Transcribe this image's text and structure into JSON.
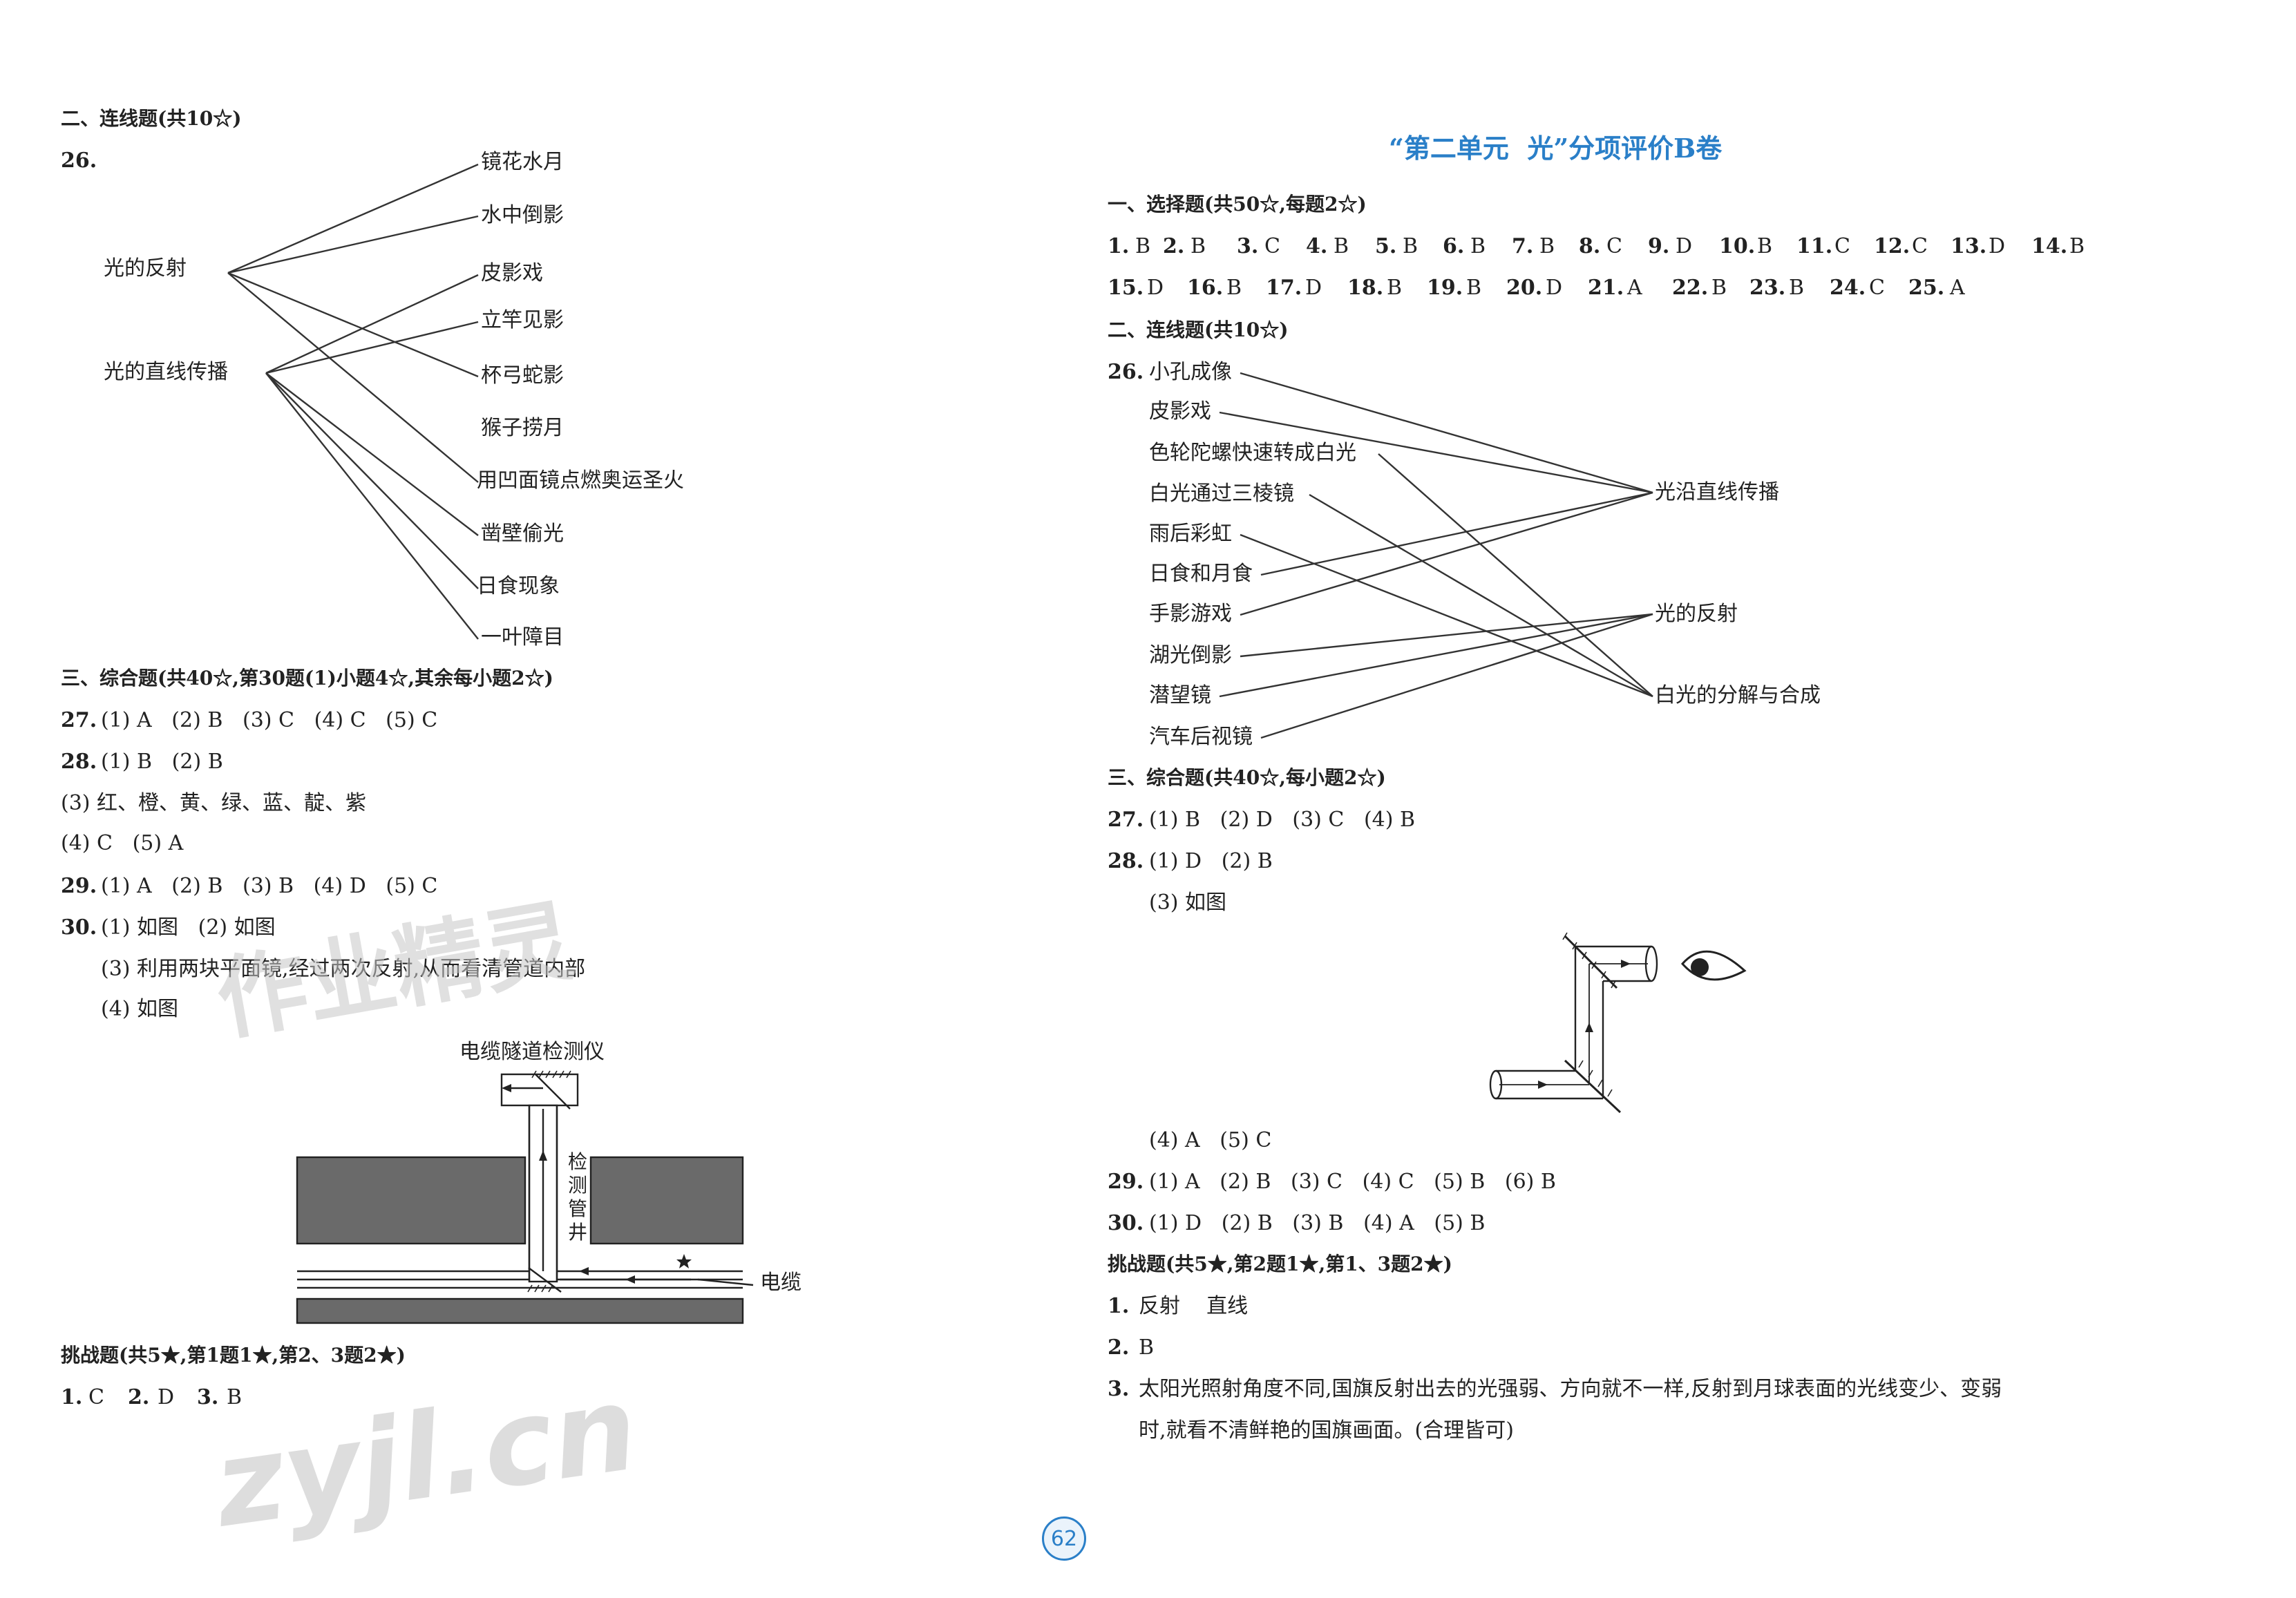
{
  "left": {
    "sec2": "二、连线题(共10☆)",
    "q26": "26.",
    "items_right": [
      "镜花水月",
      "水中倒影",
      "皮影戏",
      "立竿见影",
      "杯弓蛇影",
      "猴子捞月",
      "用凹面镜点燃奥运圣火",
      "凿壁偷光",
      "日食现象",
      "一叶障目"
    ],
    "items_left": [
      "光的反射",
      "光的直线传播"
    ],
    "sec3": "三、综合题(共40☆,第30题(1)小题4☆,其余每小题2☆)",
    "q27n": "27.",
    "q27": "(1) A   (2) B   (3) C   (4) C   (5) C",
    "q28n": "28.",
    "q28": "(1) B   (2) B",
    "q28b": "(3) 红、橙、黄、绿、蓝、靛、紫",
    "q28c": "(4) C   (5) A",
    "q29n": "29.",
    "q29": "(1) A   (2) B   (3) B   (4) D   (5) C",
    "q30n": "30.",
    "q30": "(1) 如图   (2) 如图",
    "q30b": "(3) 利用两块平面镜,经过两次反射,从而看清管道内部",
    "q30c": "(4) 如图",
    "fig_title": "电缆隧道检测仪",
    "fig_well": [
      "检",
      "测",
      "管",
      "井"
    ],
    "fig_cable": "电缆",
    "challenge": "挑战题(共5★,第1题1★,第2、3题2★)",
    "ch_ans": [
      {
        "n": "1.",
        "a": "C"
      },
      {
        "n": "2.",
        "a": "D"
      },
      {
        "n": "3.",
        "a": "B"
      }
    ]
  },
  "right": {
    "title": "“第二单元  光”分项评价B卷",
    "sec1": "一、选择题(共50☆,每题2☆)",
    "mc_row1": [
      [
        "1.",
        "B"
      ],
      [
        "2.",
        "B"
      ],
      [
        "3.",
        "C"
      ],
      [
        "4.",
        "B"
      ],
      [
        "5.",
        "B"
      ],
      [
        "6.",
        "B"
      ],
      [
        "7.",
        "B"
      ],
      [
        "8.",
        "C"
      ],
      [
        "9.",
        "D"
      ],
      [
        "10.",
        "B"
      ],
      [
        "11.",
        "C"
      ],
      [
        "12.",
        "C"
      ],
      [
        "13.",
        "D"
      ],
      [
        "14.",
        "B"
      ]
    ],
    "mc_row2": [
      [
        "15.",
        "D"
      ],
      [
        "16.",
        "B"
      ],
      [
        "17.",
        "D"
      ],
      [
        "18.",
        "B"
      ],
      [
        "19.",
        "B"
      ],
      [
        "20.",
        "D"
      ],
      [
        "21.",
        "A"
      ],
      [
        "22.",
        "B"
      ],
      [
        "23.",
        "B"
      ],
      [
        "24.",
        "C"
      ],
      [
        "25.",
        "A"
      ]
    ],
    "sec2": "二、连线题(共10☆)",
    "q26": "26.",
    "items_left": [
      "小孔成像",
      "皮影戏",
      "色轮陀螺快速转成白光",
      "白光通过三棱镜",
      "雨后彩虹",
      "日食和月食",
      "手影游戏",
      "湖光倒影",
      "潜望镜",
      "汽车后视镜"
    ],
    "items_right": [
      "光沿直线传播",
      "光的反射",
      "白光的分解与合成"
    ],
    "sec3": "三、综合题(共40☆,每小题2☆)",
    "q27n": "27.",
    "q27": "(1) B   (2) D   (3) C   (4) B",
    "q28n": "28.",
    "q28": "(1) D   (2) B",
    "q28b": "(3) 如图",
    "q28c": "(4) A   (5) C",
    "q29n": "29.",
    "q29": "(1) A   (2) B   (3) C   (4) C   (5) B   (6) B",
    "q30n": "30.",
    "q30": "(1) D   (2) B   (3) B   (4) A   (5) B",
    "challenge": "挑战题(共5★,第2题1★,第1、3题2★)",
    "ch1n": "1.",
    "ch1": "反射    直线",
    "ch2n": "2.",
    "ch2": "B",
    "ch3n": "3.",
    "ch3": "太阳光照射角度不同,国旗反射出去的光强弱、方向就不一样,反射到月球表面的光线变少、变弱",
    "ch3b": "时,就看不清鲜艳的国旗画面。(合理皆可)"
  },
  "page_number": "62",
  "watermark": [
    "作业精灵",
    "zyjl.cn"
  ],
  "colors": {
    "accent": "#2a7fc8",
    "text": "#222222",
    "watermark": "#c8c8c8"
  }
}
